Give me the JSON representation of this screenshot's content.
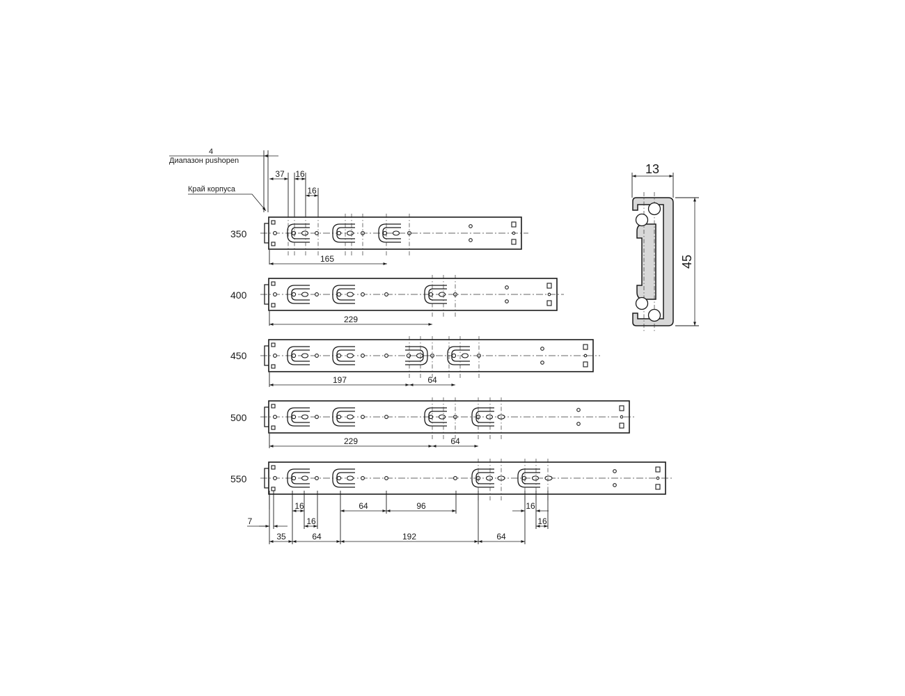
{
  "labels": {
    "pushopen_value": "4",
    "pushopen_range": "Диапазон pushopen",
    "cabinet_edge": "Край корпуса"
  },
  "rails": [
    {
      "length": "350"
    },
    {
      "length": "400"
    },
    {
      "length": "450"
    },
    {
      "length": "500"
    },
    {
      "length": "550"
    }
  ],
  "dimensions": {
    "top_37": "37",
    "top_16a": "16",
    "top_16b": "16",
    "r350_165": "165",
    "r400_229": "229",
    "r450_197": "197",
    "r450_64": "64",
    "r500_229": "229",
    "r500_64": "64",
    "b_16a": "16",
    "b_16b": "16",
    "b_64a": "64",
    "b_96": "96",
    "b_16c": "16",
    "b_16d": "16",
    "b_7": "7",
    "b_35": "35",
    "b_64b": "64",
    "b_192": "192",
    "b_64c": "64"
  },
  "profile": {
    "width": "13",
    "height": "45"
  }
}
